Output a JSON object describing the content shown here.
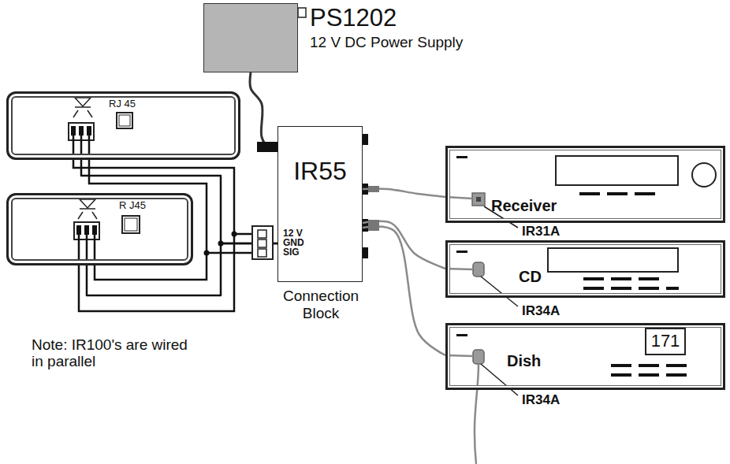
{
  "diagram": {
    "nodes": [
      {
        "text": [
          "PS1202",
          "12 V DC Power Supply"
        ]
      },
      {
        "text": [
          "RJ 45"
        ]
      },
      {
        "text": [
          "IR55",
          "Connection Block"
        ]
      },
      {
        "text": [
          "Receiver"
        ]
      },
      {
        "text": [
          "R J45"
        ]
      },
      {
        "text": [
          "CD"
        ]
      },
      {
        "text": [
          "Dish"
        ]
      },
      {
        "text": [
          "171"
        ],
        "in": 6
      }
    ],
    "edges": [
      {
        "from": 0,
        "to": 2,
        "arrow": "none"
      },
      {
        "from": 1,
        "to": 2,
        "arrow": "none"
      },
      {
        "from": 4,
        "to": 2,
        "arrow": "none"
      },
      {
        "from": 2,
        "to": 3,
        "arrow": "none"
      },
      {
        "from": 2,
        "to": 5,
        "arrow": "none"
      },
      {
        "from": 2,
        "to": 6,
        "arrow": "none"
      }
    ],
    "labels": [
      "12 V",
      "GND",
      "SIG",
      "IR31A",
      "IR34A",
      "IR34A",
      "Note: IR100's are wired in parallel"
    ]
  }
}
